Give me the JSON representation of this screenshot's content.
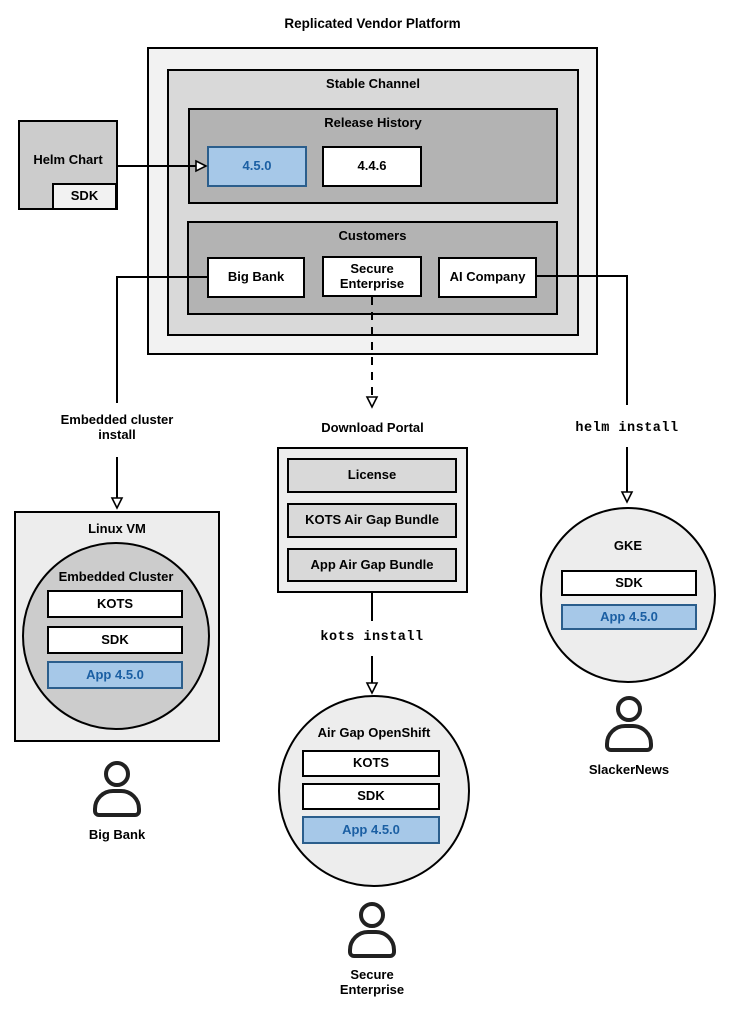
{
  "colors": {
    "highlight_fill": "#a6c8e8",
    "highlight_border": "#2b5e8c",
    "highlight_text": "#1b5fa3",
    "platform_fill": "#f2f2f2",
    "channel_fill": "#d9d9d9",
    "group_fill": "#b3b3b3",
    "node_fill": "#cccccc",
    "surface_fill": "#ededed"
  },
  "platform": {
    "title": "Replicated Vendor Platform",
    "stable_channel": {
      "title": "Stable Channel",
      "release_history": {
        "title": "Release History",
        "releases": [
          "4.5.0",
          "4.4.6"
        ]
      },
      "customers": {
        "title": "Customers",
        "items": [
          "Big Bank",
          "Secure Enterprise",
          "AI Company"
        ]
      }
    }
  },
  "helm_chart": {
    "label": "Helm Chart",
    "sdk": "SDK"
  },
  "left_flow": {
    "install_label": "Embedded cluster install",
    "vm_title": "Linux VM",
    "cluster_title": "Embedded Cluster",
    "components": [
      "KOTS",
      "SDK",
      "App 4.5.0"
    ],
    "persona": "Big Bank"
  },
  "center_flow": {
    "portal_title": "Download Portal",
    "portal_items": [
      "License",
      "KOTS Air Gap Bundle",
      "App Air Gap Bundle"
    ],
    "command": "kots install",
    "cluster_title": "Air Gap OpenShift",
    "components": [
      "KOTS",
      "SDK",
      "App 4.5.0"
    ],
    "persona": "Secure Enterprise"
  },
  "right_flow": {
    "command": "helm install",
    "cluster_title": "GKE",
    "components": [
      "SDK",
      "App 4.5.0"
    ],
    "persona": "SlackerNews"
  }
}
